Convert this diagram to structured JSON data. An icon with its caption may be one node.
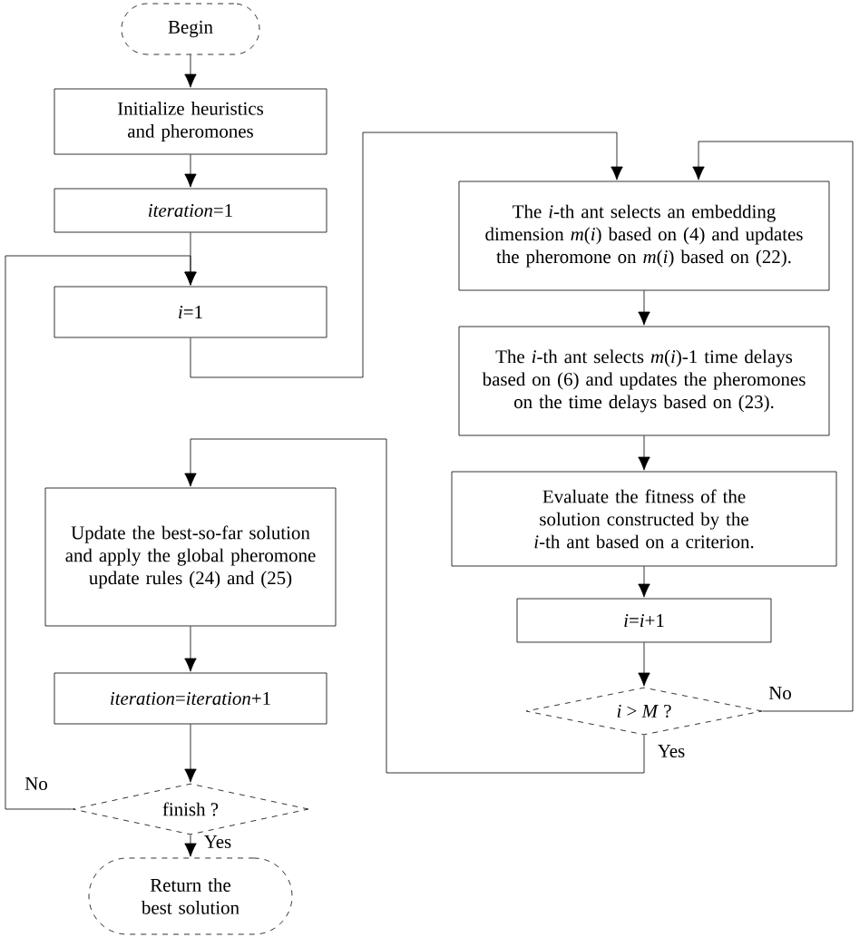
{
  "diagram": {
    "nodes": [
      {
        "text": [
          "Begin"
        ]
      },
      {
        "text": [
          "Initialize heuristics and pheromones"
        ]
      },
      {
        "text": [
          "*iteration*=1"
        ]
      },
      {
        "text": [
          "*i*=1"
        ]
      },
      {
        "text": [
          "The *i*-th ant selects an embedding dimension *m*(*i*) based on (4) and updates the pheromone on *m*(*i*) based on (22)."
        ]
      },
      {
        "text": [
          "The *i*-th ant selects *m*(*i*)-1 time delays based on (6) and updates the pheromones on the time delays based on (23)."
        ]
      },
      {
        "text": [
          "Evaluate the fitness of the solution constructed by the *i*-th ant based on a criterion."
        ]
      },
      {
        "text": [
          "*i*=*i*+1"
        ]
      },
      {
        "text": [
          "*i* > *M* ?"
        ]
      },
      {
        "text": [
          "Update the best-so-far solution and apply the global pheromone update rules (24) and (25)"
        ]
      },
      {
        "text": [
          "*iteration*=*iteration*+1"
        ]
      },
      {
        "text": [
          "finish ?"
        ]
      },
      {
        "text": [
          "Return the best solution"
        ]
      }
    ],
    "edges": [
      {
        "from": 0,
        "to": 1,
        "arrow": "to"
      },
      {
        "from": 1,
        "to": 2,
        "arrow": "to"
      },
      {
        "from": 2,
        "to": 3,
        "arrow": "to"
      },
      {
        "from": 3,
        "to": 4,
        "arrow": "to"
      },
      {
        "from": 4,
        "to": 5,
        "arrow": "to"
      },
      {
        "from": 5,
        "to": 6,
        "arrow": "to"
      },
      {
        "from": 6,
        "to": 7,
        "arrow": "to"
      },
      {
        "from": 7,
        "to": 8,
        "arrow": "to"
      },
      {
        "from": 8,
        "to": 4,
        "arrow": "to",
        "label": "No"
      },
      {
        "from": 8,
        "to": 9,
        "arrow": "to",
        "label": "Yes"
      },
      {
        "from": 9,
        "to": 10,
        "arrow": "to"
      },
      {
        "from": 10,
        "to": 11,
        "arrow": "to"
      },
      {
        "from": 11,
        "to": 3,
        "arrow": "to",
        "label": "No"
      },
      {
        "from": 11,
        "to": 12,
        "arrow": "to",
        "label": "Yes"
      }
    ]
  }
}
